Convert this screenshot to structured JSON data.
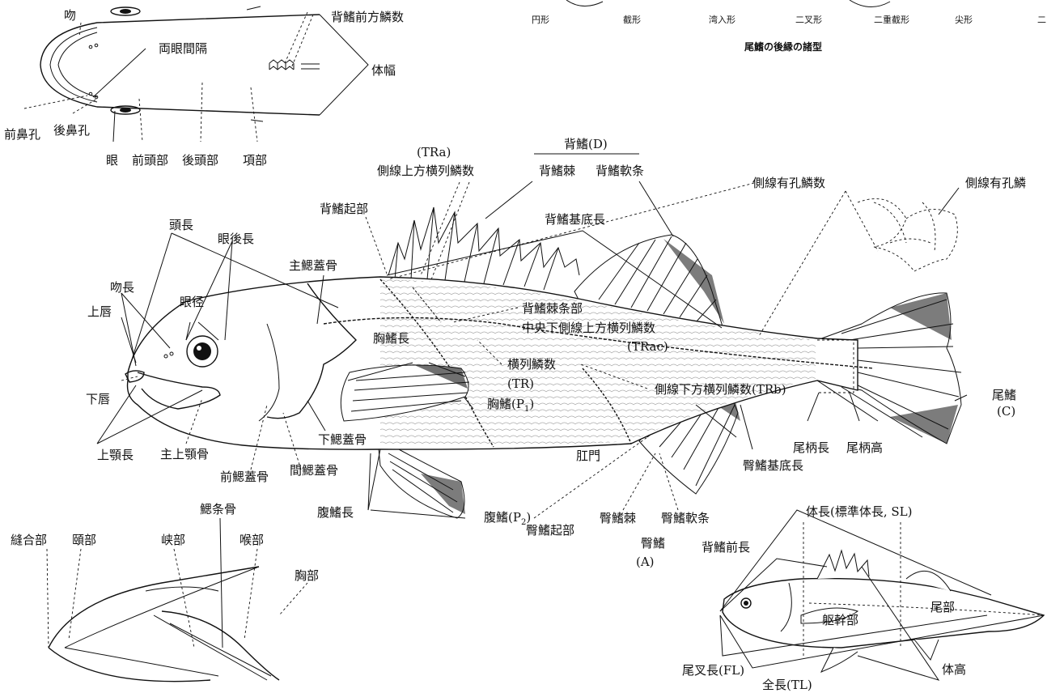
{
  "caudal_types": {
    "shapes": [
      "円形",
      "截形",
      "湾入形",
      "二叉形",
      "二重截形",
      "尖形",
      "二"
    ],
    "caption": "尾鰭の後縁の諸型"
  },
  "top_head": {
    "snout": "吻",
    "interorbital": "両眼間隔",
    "predorsal_scales": "背鰭前方鱗数",
    "body_width": "体幅",
    "anterior_nostril": "前鼻孔",
    "posterior_nostril": "後鼻孔",
    "eye": "眼",
    "forehead": "前頭部",
    "occiput": "後頭部",
    "nape": "項部"
  },
  "main_fish": {
    "tra_code": "(TRa)",
    "tra_label": "側線上方横列鱗数",
    "dorsal_group": "背鰭(D)",
    "dorsal_spines": "背鰭棘",
    "dorsal_soft": "背鰭軟条",
    "lateral_pored_count": "側線有孔鱗数",
    "lateral_pored": "側線有孔鱗",
    "dorsal_origin": "背鰭起部",
    "dorsal_base": "背鰭基底長",
    "head_length": "頭長",
    "postorbital": "眼後長",
    "operculum": "主鰓蓋骨",
    "snout_length": "吻長",
    "eye_diameter": "眼径",
    "upper_lip": "上唇",
    "lower_lip": "下唇",
    "upper_jaw": "上顎長",
    "maxilla": "主上顎骨",
    "preopercle": "前鰓蓋骨",
    "interopercle": "間鰓蓋骨",
    "subopercle": "下鰓蓋骨",
    "pectoral_length": "胸鰭長",
    "dorsal_spine_soft": "背鰭棘条部",
    "trac_label": "中央下側線上方横列鱗数",
    "trac_code": "(TRac)",
    "transverse": "横列鱗数",
    "tr_code": "(TR)",
    "pectoral_main": "胸鰭(P",
    "pectoral_sub": "1",
    "pectoral_end": ")",
    "trb": "側線下方横列鱗数(TRb)",
    "caudal_fin": "尾鰭",
    "caudal_code": "(C)",
    "peduncle_length": "尾柄長",
    "peduncle_depth": "尾柄高",
    "anus": "肛門",
    "anal_base": "臀鰭基底長",
    "pelvic_length": "腹鰭長",
    "pelvic_main": "腹鰭(P",
    "pelvic_sub": "2",
    "pelvic_end": ")",
    "anal_origin": "臀鰭起部",
    "anal_spines": "臀鰭棘",
    "anal_soft": "臀鰭軟条",
    "anal_fin": "臀鰭",
    "anal_code": "(A)"
  },
  "bottom_head": {
    "branchiostegal": "鰓条骨",
    "symphysis": "縫合部",
    "chin": "頤部",
    "isthmus": "峡部",
    "throat": "喉部",
    "breast": "胸部"
  },
  "small_fish": {
    "standard_length": "体長(標準体長, SL)",
    "predorsal_length": "背鰭前長",
    "tail": "尾部",
    "trunk": "躯幹部",
    "fork_length": "尾叉長(FL)",
    "total_length": "全長(TL)",
    "body_depth": "体高"
  }
}
